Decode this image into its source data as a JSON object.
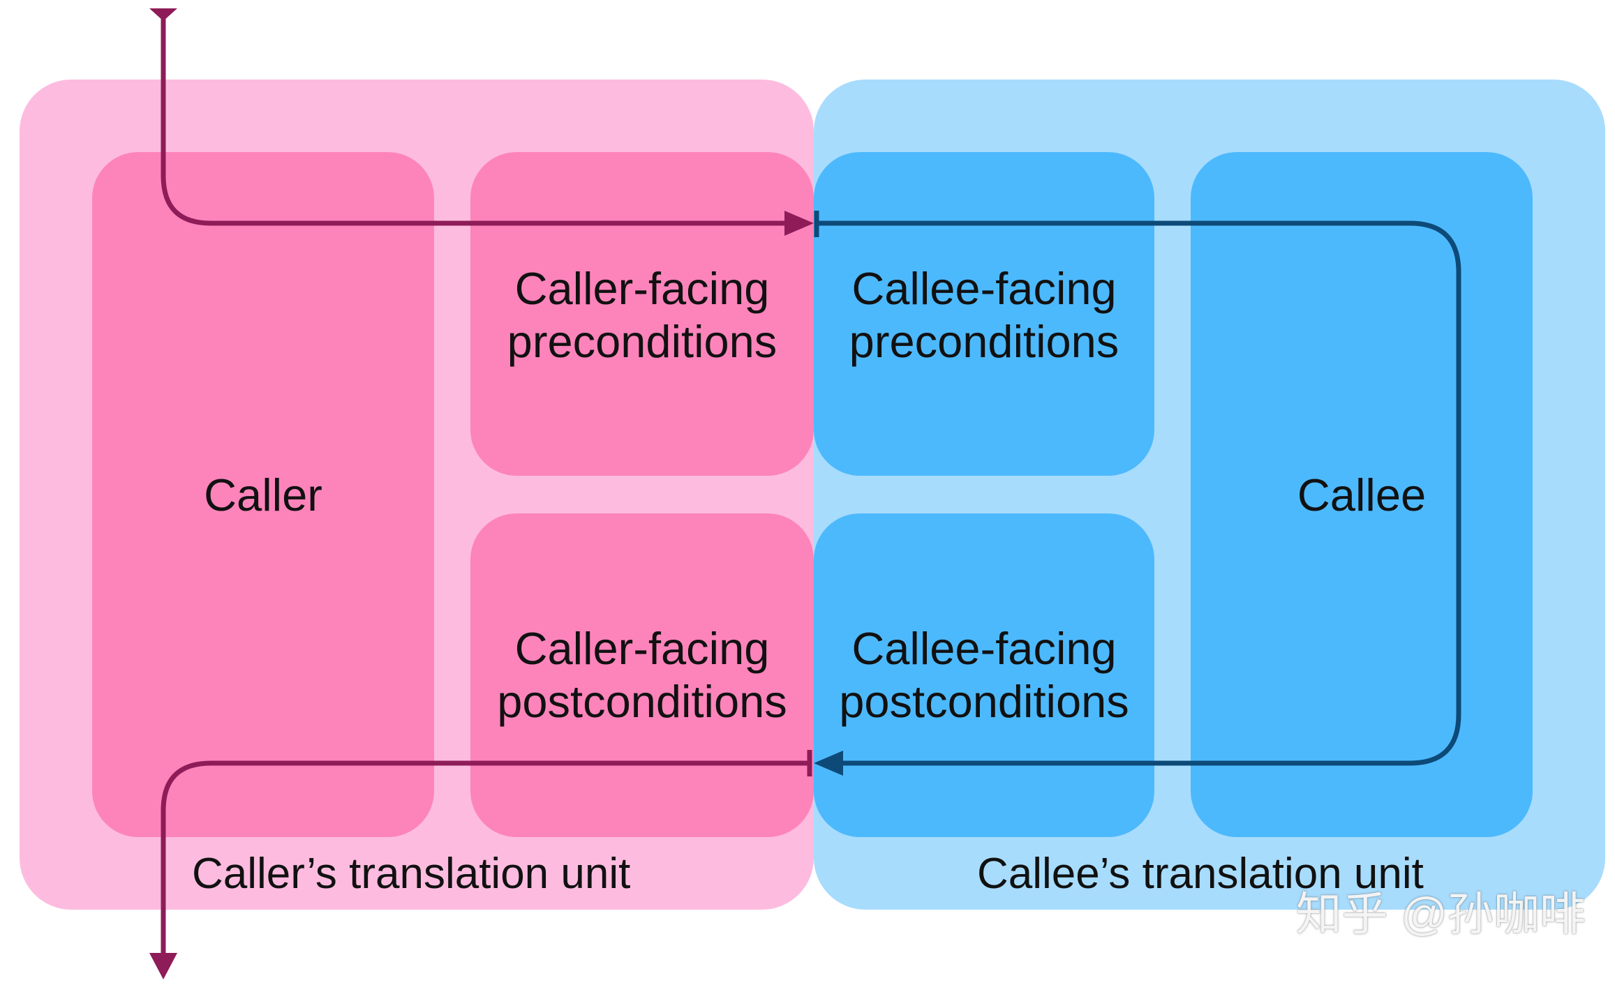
{
  "colors": {
    "unit_caller": "#fdbcdf",
    "unit_callee": "#a8dcfd",
    "box_caller": "#fd84bb",
    "box_callee": "#4db9fd",
    "arrow_caller": "#8e1c58",
    "arrow_callee": "#0d4a78"
  },
  "diagram": {
    "caller": {
      "label": "Caller"
    },
    "callee": {
      "label": "Callee"
    },
    "caller_pre": {
      "line1": "Caller-facing",
      "line2": "preconditions"
    },
    "callee_pre": {
      "line1": "Callee-facing",
      "line2": "preconditions"
    },
    "caller_post": {
      "line1": "Caller-facing",
      "line2": "postconditions"
    },
    "callee_post": {
      "line1": "Callee-facing",
      "line2": "postconditions"
    },
    "caller_unit": {
      "label": "Caller’s translation unit"
    },
    "callee_unit": {
      "label": "Callee’s translation unit"
    }
  },
  "watermark": "知乎 @孙咖啡"
}
